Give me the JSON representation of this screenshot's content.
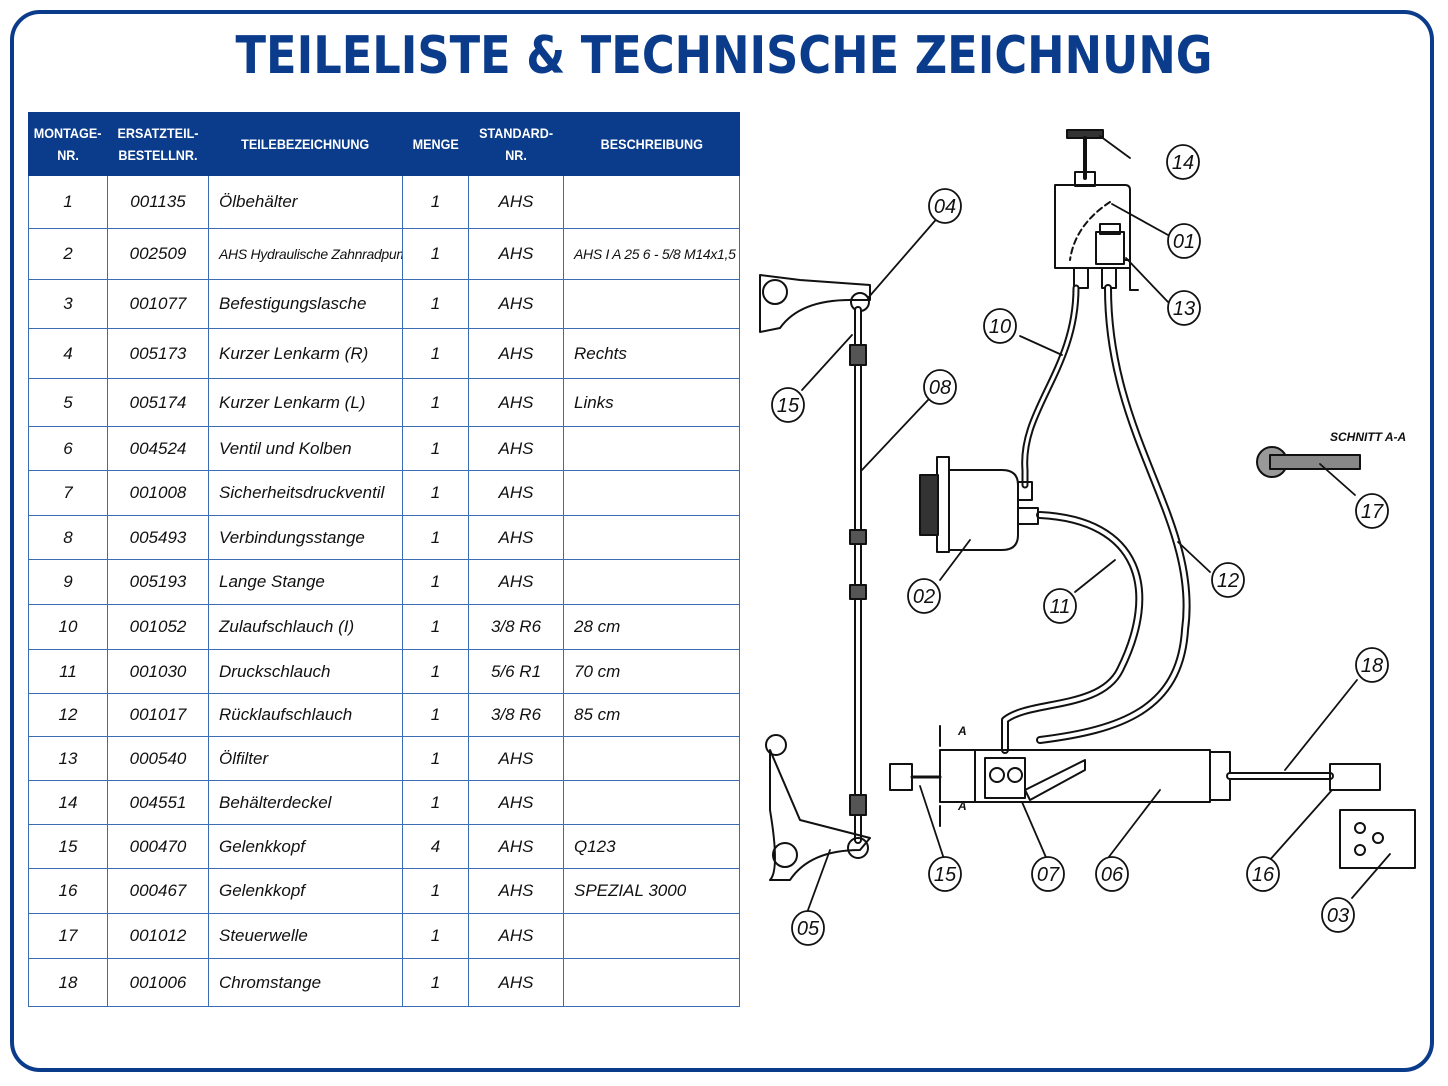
{
  "title": "TEILELISTE & TECHNISCHE ZEICHNUNG",
  "table": {
    "headers": [
      [
        "MONTAGE-",
        "NR."
      ],
      [
        "ERSATZTEIL-",
        "BESTELLNR."
      ],
      [
        "TEILEBEZEICHNUNG"
      ],
      [
        "MENGE"
      ],
      [
        "STANDARD-",
        "NR."
      ],
      [
        "BESCHREIBUNG"
      ]
    ],
    "rows": [
      [
        "1",
        "001135",
        "Ölbehälter",
        "1",
        "AHS",
        ""
      ],
      [
        "2",
        "002509",
        "AHS Hydraulische Zahnradpumpe",
        "1",
        "AHS",
        "AHS I A 25 6 - 5/8 M14x1,5"
      ],
      [
        "3",
        "001077",
        "Befestigungslasche",
        "1",
        "AHS",
        ""
      ],
      [
        "4",
        "005173",
        "Kurzer Lenkarm (R)",
        "1",
        "AHS",
        "Rechts"
      ],
      [
        "5",
        "005174",
        "Kurzer Lenkarm (L)",
        "1",
        "AHS",
        "Links"
      ],
      [
        "6",
        "004524",
        "Ventil und Kolben",
        "1",
        "AHS",
        ""
      ],
      [
        "7",
        "001008",
        "Sicherheitsdruckventil",
        "1",
        "AHS",
        ""
      ],
      [
        "8",
        "005493",
        "Verbindungsstange",
        "1",
        "AHS",
        ""
      ],
      [
        "9",
        "005193",
        "Lange Stange",
        "1",
        "AHS",
        ""
      ],
      [
        "10",
        "001052",
        "Zulaufschlauch (I)",
        "1",
        "3/8 R6",
        "28 cm"
      ],
      [
        "11",
        "001030",
        "Druckschlauch",
        "1",
        "5/6 R1",
        "70 cm"
      ],
      [
        "12",
        "001017",
        "Rücklaufschlauch",
        "1",
        "3/8 R6",
        "85 cm"
      ],
      [
        "13",
        "000540",
        "Ölfilter",
        "1",
        "AHS",
        ""
      ],
      [
        "14",
        "004551",
        "Behälterdeckel",
        "1",
        "AHS",
        ""
      ],
      [
        "15",
        "000470",
        "Gelenkkopf",
        "4",
        "AHS",
        "Q123"
      ],
      [
        "16",
        "000467",
        "Gelenkkopf",
        "1",
        "AHS",
        "SPEZIAL 3000"
      ],
      [
        "17",
        "001012",
        "Steuerwelle",
        "1",
        "AHS",
        ""
      ],
      [
        "18",
        "001006",
        "Chromstange",
        "1",
        "AHS",
        ""
      ]
    ]
  },
  "drawing": {
    "callouts": [
      "14",
      "01",
      "13",
      "04",
      "10",
      "15",
      "08",
      "02",
      "11",
      "12",
      "18",
      "15",
      "07",
      "06",
      "16",
      "03",
      "05",
      "17"
    ],
    "section_label": "SCHNITT A-A",
    "section_mark": "A"
  }
}
